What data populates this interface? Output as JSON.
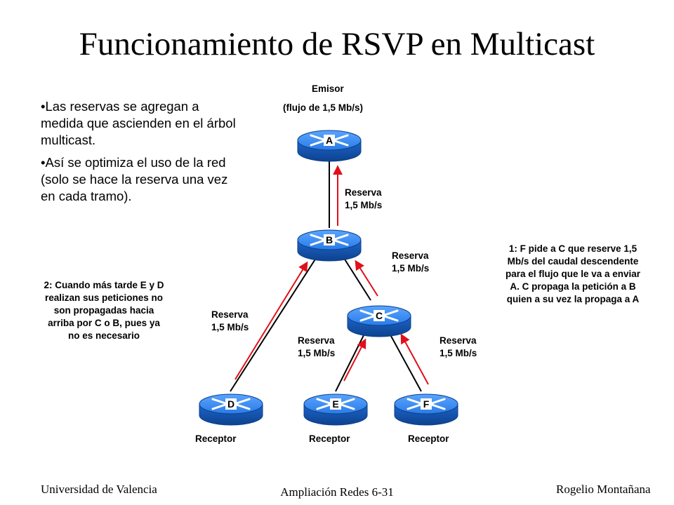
{
  "title": "Funcionamiento de RSVP en Multicast",
  "bullets": [
    "•Las reservas se agregan a medida que ascienden en el árbol multicast.",
    "•Así se optimiza el uso de la red (solo se hace la reserva una vez en cada tramo)."
  ],
  "sender": {
    "line1": "Emisor",
    "line2": "(flujo de 1,5 Mb/s)"
  },
  "routers": {
    "A": "A",
    "B": "B",
    "C": "C",
    "D": "D",
    "E": "E",
    "F": "F"
  },
  "reservation": {
    "line1": "Reserva",
    "line2": "1,5 Mb/s"
  },
  "receiver_label": "Receptor",
  "note_left": "2: Cuando más tarde E y D realizan sus peticiones no son propagadas hacia arriba por C o B, pues ya no es necesario",
  "note_right": "1: F pide a C que reserve 1,5 Mb/s del caudal descendente para el flujo que le va a enviar A. C propaga la petición a B quien a su vez la propaga a A",
  "footer": {
    "left": "Universidad de Valencia",
    "center": "Ampliación Redes 6-31",
    "right": "Rogelio Montañana"
  },
  "colors": {
    "router_fill": "#1a6fd6",
    "router_top": "#3b8ef0",
    "router_edge": "#0b3f8a",
    "arrow": "#e0101a",
    "link": "#000000"
  }
}
